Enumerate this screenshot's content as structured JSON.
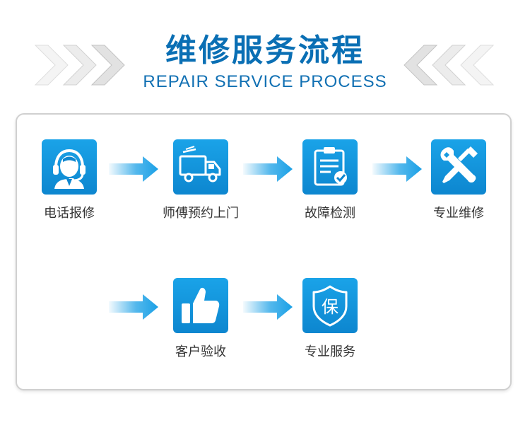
{
  "header": {
    "title_cn": "维修服务流程",
    "title_en": "REPAIR SERVICE PROCESS"
  },
  "steps": [
    {
      "label": "电话报修",
      "icon": "headset-agent-icon"
    },
    {
      "label": "师傅预约上门",
      "icon": "delivery-truck-icon"
    },
    {
      "label": "故障检测",
      "icon": "clipboard-check-icon"
    },
    {
      "label": "专业维修",
      "icon": "wrench-screwdriver-icon"
    },
    {
      "label": "客户验收",
      "icon": "thumbs-up-icon"
    },
    {
      "label": "专业服务",
      "icon": "shield-guarantee-icon",
      "glyph": "保"
    }
  ],
  "colors": {
    "title": "#0a6fb4",
    "icon_bg": "#1296dc",
    "arrow": "#1aa0e6"
  }
}
